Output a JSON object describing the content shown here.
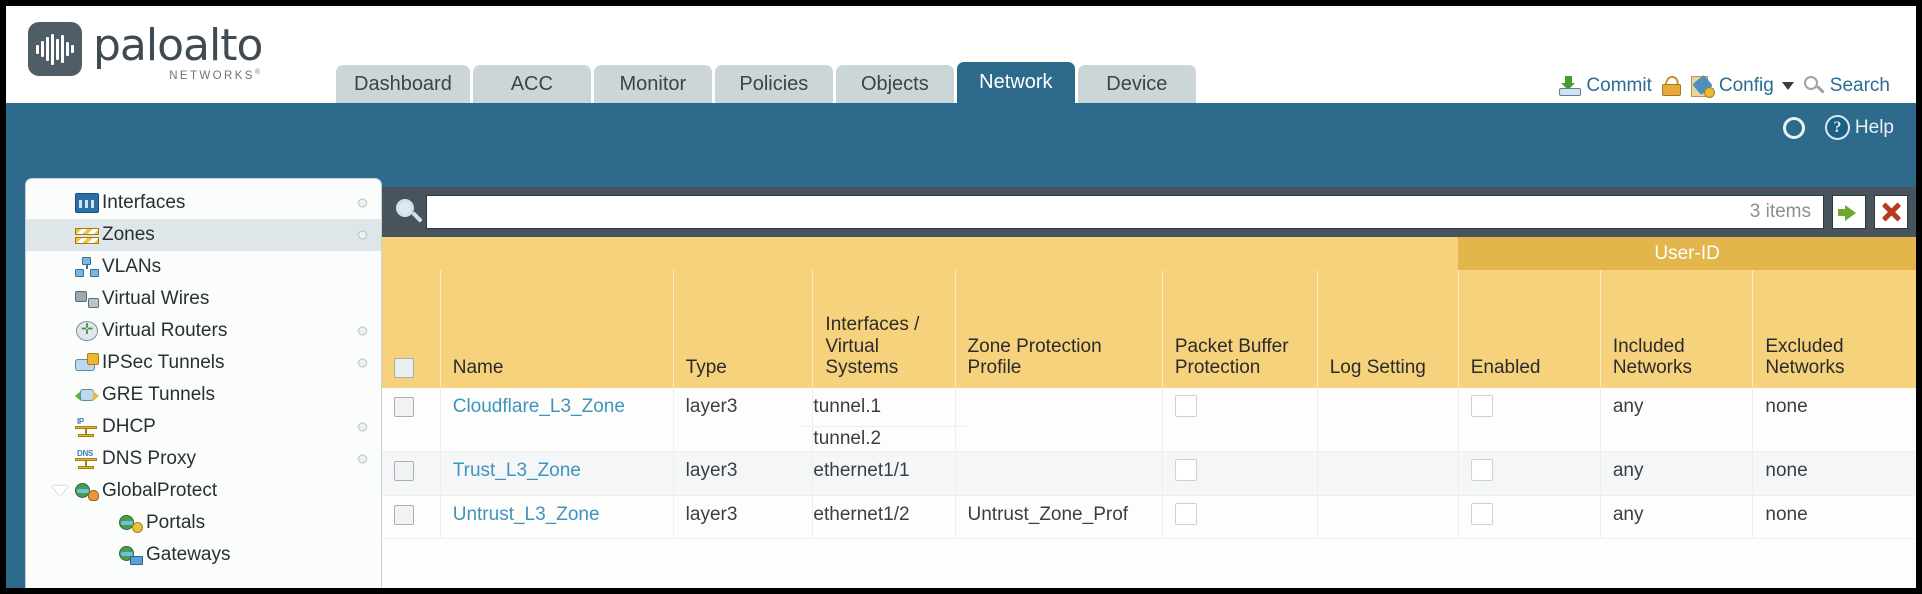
{
  "brand": {
    "name": "paloalto",
    "tagline": "NETWORKS",
    "registered": "®"
  },
  "header": {
    "tabs": [
      {
        "label": "Dashboard",
        "active": false
      },
      {
        "label": "ACC",
        "active": false
      },
      {
        "label": "Monitor",
        "active": false
      },
      {
        "label": "Policies",
        "active": false
      },
      {
        "label": "Objects",
        "active": false
      },
      {
        "label": "Network",
        "active": true
      },
      {
        "label": "Device",
        "active": false
      }
    ],
    "actions": {
      "commit": "Commit",
      "lock_icon": "lock-icon",
      "config": "Config",
      "search": "Search"
    }
  },
  "toolbar": {
    "refresh_icon": "refresh-icon",
    "help": "Help",
    "help_icon": "question-mark-icon"
  },
  "sidebar": {
    "items": [
      {
        "label": "Interfaces",
        "icon": "interfaces-icon",
        "selected": false,
        "dot": true,
        "child": false,
        "expander": false
      },
      {
        "label": "Zones",
        "icon": "zones-icon",
        "selected": true,
        "dot": true,
        "child": false,
        "expander": false
      },
      {
        "label": "VLANs",
        "icon": "vlans-icon",
        "selected": false,
        "dot": false,
        "child": false,
        "expander": false
      },
      {
        "label": "Virtual Wires",
        "icon": "virtual-wires-icon",
        "selected": false,
        "dot": false,
        "child": false,
        "expander": false
      },
      {
        "label": "Virtual Routers",
        "icon": "virtual-routers-icon",
        "selected": false,
        "dot": true,
        "child": false,
        "expander": false
      },
      {
        "label": "IPSec Tunnels",
        "icon": "ipsec-tunnels-icon",
        "selected": false,
        "dot": true,
        "child": false,
        "expander": false
      },
      {
        "label": "GRE Tunnels",
        "icon": "gre-tunnels-icon",
        "selected": false,
        "dot": false,
        "child": false,
        "expander": false
      },
      {
        "label": "DHCP",
        "icon": "dhcp-icon",
        "selected": false,
        "dot": true,
        "child": false,
        "expander": false
      },
      {
        "label": "DNS Proxy",
        "icon": "dns-proxy-icon",
        "selected": false,
        "dot": true,
        "child": false,
        "expander": false
      },
      {
        "label": "GlobalProtect",
        "icon": "globalprotect-icon",
        "selected": false,
        "dot": false,
        "child": false,
        "expander": true
      },
      {
        "label": "Portals",
        "icon": "portals-icon",
        "selected": false,
        "dot": false,
        "child": true,
        "expander": false
      },
      {
        "label": "Gateways",
        "icon": "gateways-icon",
        "selected": false,
        "dot": false,
        "child": true,
        "expander": false
      }
    ]
  },
  "filter": {
    "search_icon": "search-icon",
    "value": "",
    "placeholder": "",
    "item_count": "3 items",
    "apply_icon": "apply-filter-arrow-icon",
    "clear_icon": "clear-filter-x-icon"
  },
  "table": {
    "group_header": "User-ID",
    "columns": [
      "Name",
      "Type",
      "Interfaces / Virtual Systems",
      "Zone Protection Profile",
      "Packet Buffer Protection",
      "Log Setting",
      "Enabled",
      "Included Networks",
      "Excluded Networks"
    ],
    "columns_split": {
      "interfaces_l1": "Interfaces /",
      "interfaces_l2": "Virtual",
      "interfaces_l3": "Systems",
      "zpp_l1": "Zone Protection",
      "zpp_l2": "Profile",
      "pbp_l1": "Packet Buffer",
      "pbp_l2": "Protection",
      "inc_l1": "Included",
      "inc_l2": "Networks",
      "exc_l1": "Excluded",
      "exc_l2": "Networks"
    },
    "rows": [
      {
        "name": "Cloudflare_L3_Zone",
        "type": "layer3",
        "interfaces": [
          "tunnel.1",
          "tunnel.2"
        ],
        "zone_protection_profile": "",
        "packet_buffer_protection": false,
        "log_setting": "",
        "userid_enabled": false,
        "included_networks": "any",
        "excluded_networks": "none",
        "selected": false
      },
      {
        "name": "Trust_L3_Zone",
        "type": "layer3",
        "interfaces": [
          "ethernet1/1"
        ],
        "zone_protection_profile": "",
        "packet_buffer_protection": false,
        "log_setting": "",
        "userid_enabled": false,
        "included_networks": "any",
        "excluded_networks": "none",
        "selected": false
      },
      {
        "name": "Untrust_L3_Zone",
        "type": "layer3",
        "interfaces": [
          "ethernet1/2"
        ],
        "zone_protection_profile": "Untrust_Zone_Prof",
        "packet_buffer_protection": false,
        "log_setting": "",
        "userid_enabled": false,
        "included_networks": "any",
        "excluded_networks": "none",
        "selected": false
      }
    ]
  },
  "colors": {
    "brand_blue": "#2d6a8c",
    "header_gold": "#f6d27d",
    "group_gold": "#e2b64a",
    "link_blue": "#3f93bf",
    "filterbar_dark": "#48545c"
  }
}
